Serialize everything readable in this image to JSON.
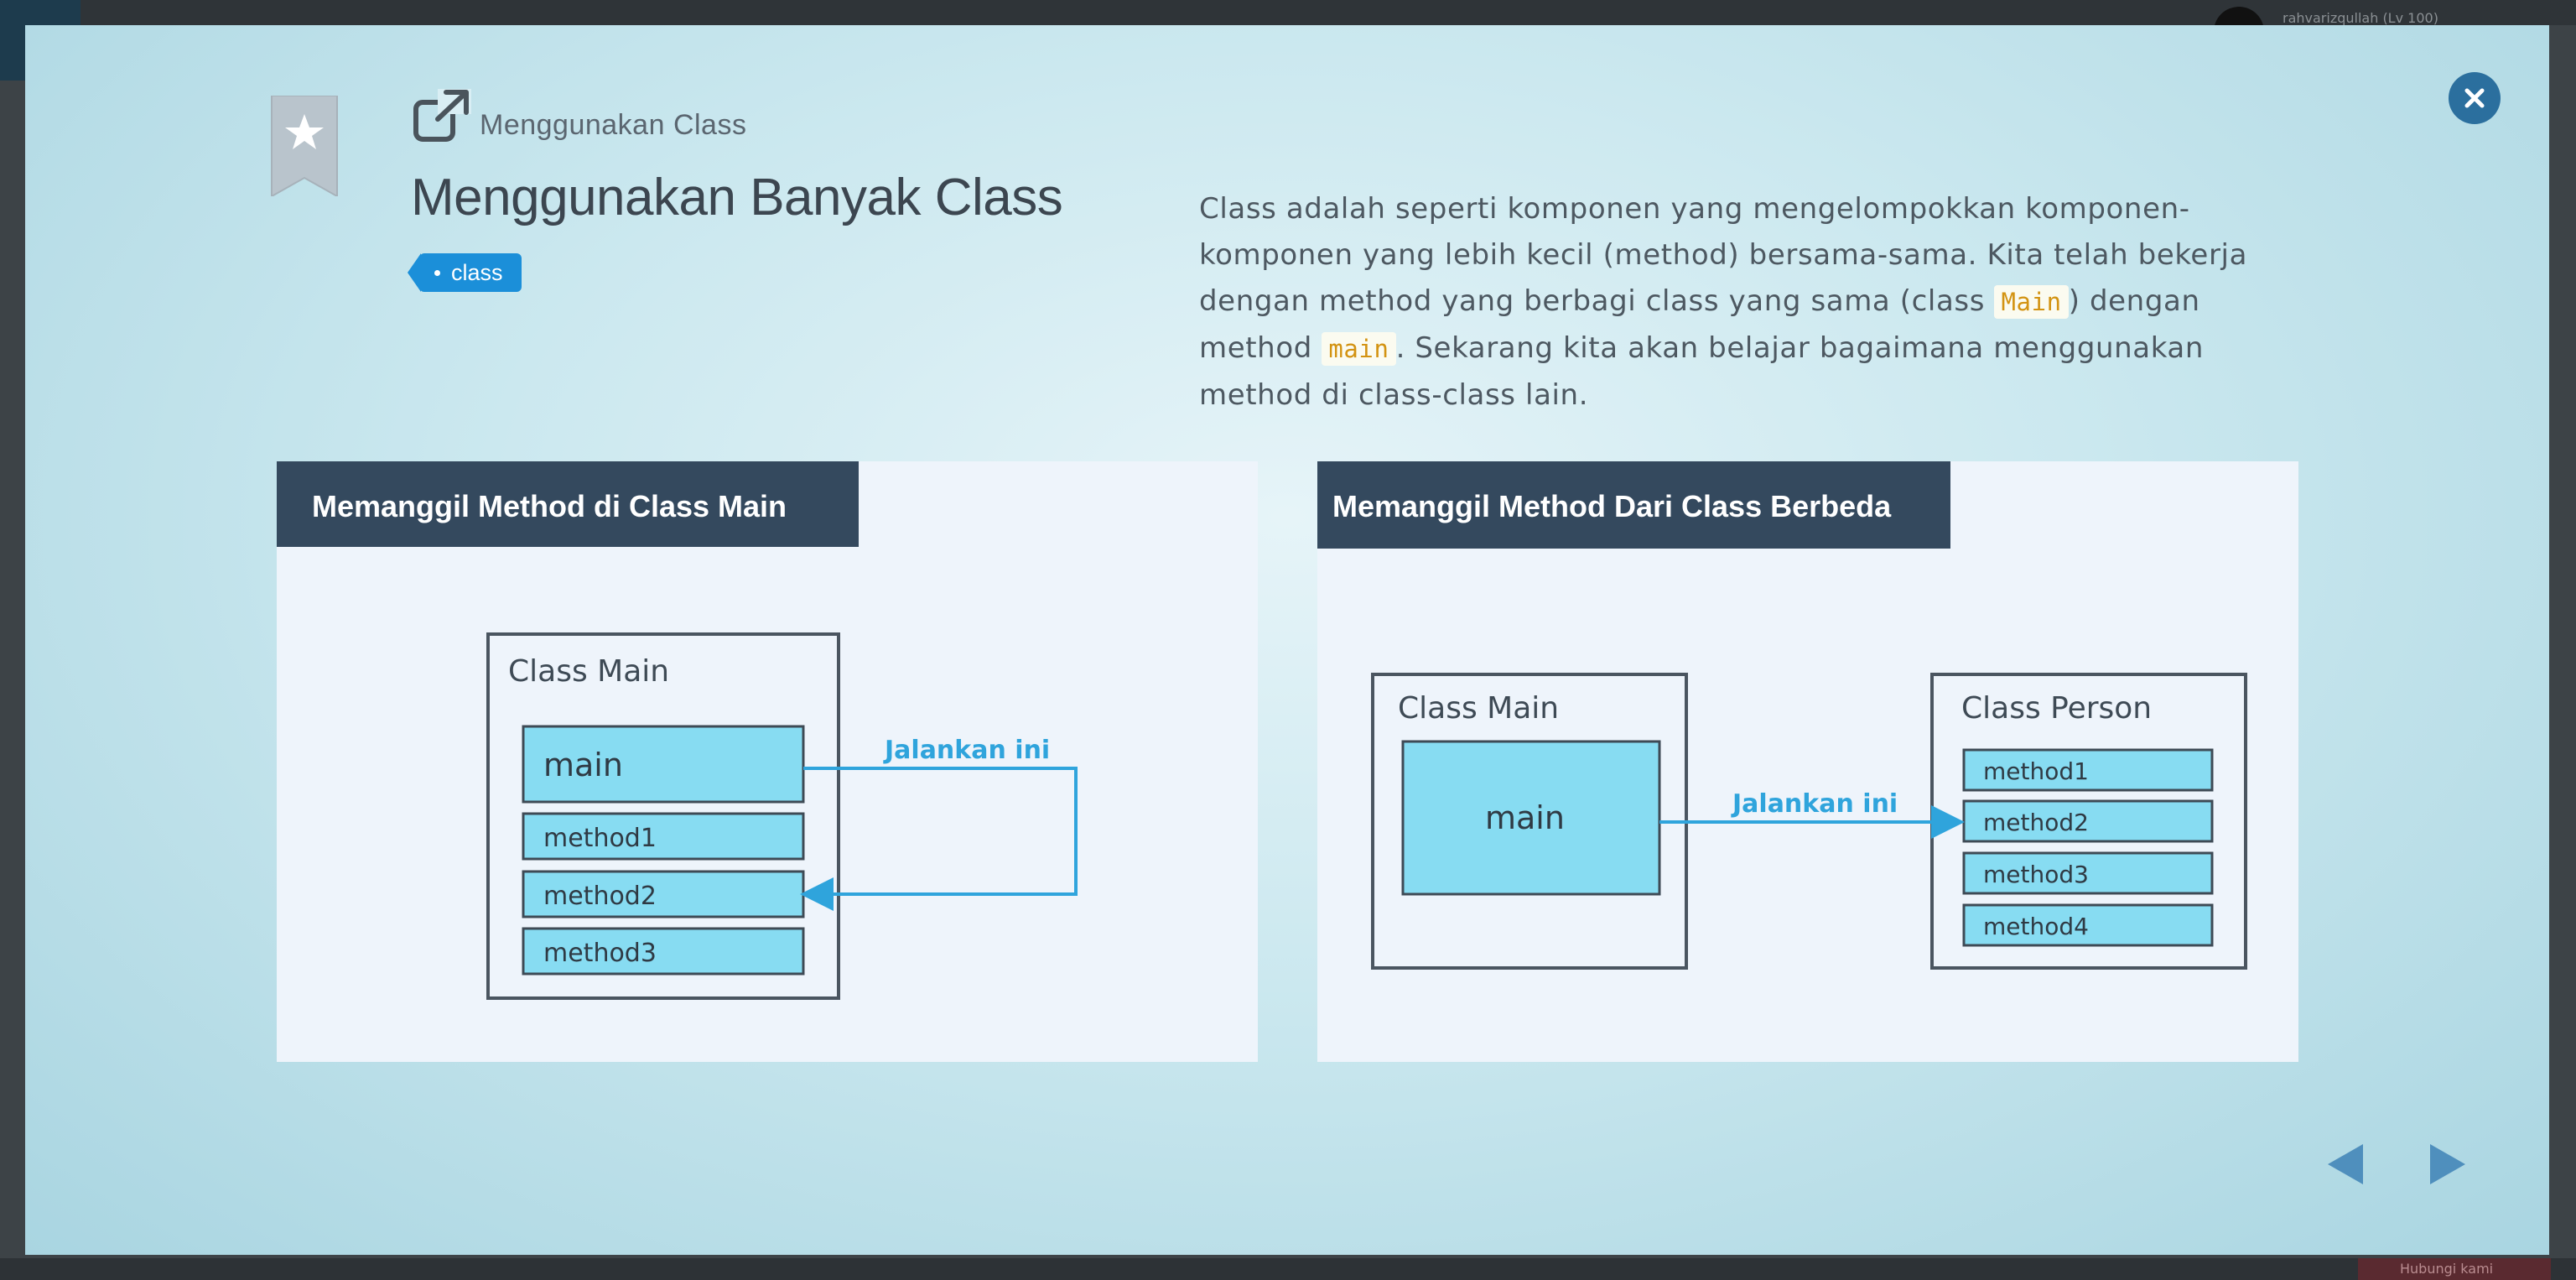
{
  "background": {
    "username": "rahvarizqullah (Lv 100)",
    "bottom_button_label": "Hubungi kami"
  },
  "modal": {
    "breadcrumb": "Menggunakan Class",
    "title": "Menggunakan Banyak Class",
    "tag": "class",
    "description": {
      "part1": "Class adalah seperti komponen yang mengelompokkan komponen-komponen yang lebih kecil (method) bersama-sama. Kita telah bekerja dengan method yang berbagi class yang sama (class ",
      "code1": "Main",
      "part2": ") dengan method ",
      "code2": "main",
      "part3": ". Sekarang kita akan belajar bagaimana menggunakan method di class-class lain."
    },
    "diagram1": {
      "heading": "Memanggil Method di Class Main",
      "class_label": "Class Main",
      "main_label": "main",
      "methods": [
        "method1",
        "method2",
        "method3"
      ],
      "arrow_label": "Jalankan ini"
    },
    "diagram2": {
      "heading": "Memanggil Method Dari Class Berbeda",
      "class1_label": "Class Main",
      "main_label": "main",
      "class2_label": "Class Person",
      "methods": [
        "method1",
        "method2",
        "method3",
        "method4"
      ],
      "arrow_label": "Jalankan ini"
    }
  },
  "colors": {
    "header_bar": "#34495e",
    "method_fill": "#87dcf2",
    "arrow": "#2fa4dc",
    "tag": "#1b8fd9",
    "close_button": "#2b6f9e",
    "nav_arrow": "#4f8fbd"
  },
  "icons": [
    "close-icon",
    "bookmark-star-icon",
    "external-link-icon",
    "chevron-left-icon",
    "chevron-right-icon"
  ]
}
